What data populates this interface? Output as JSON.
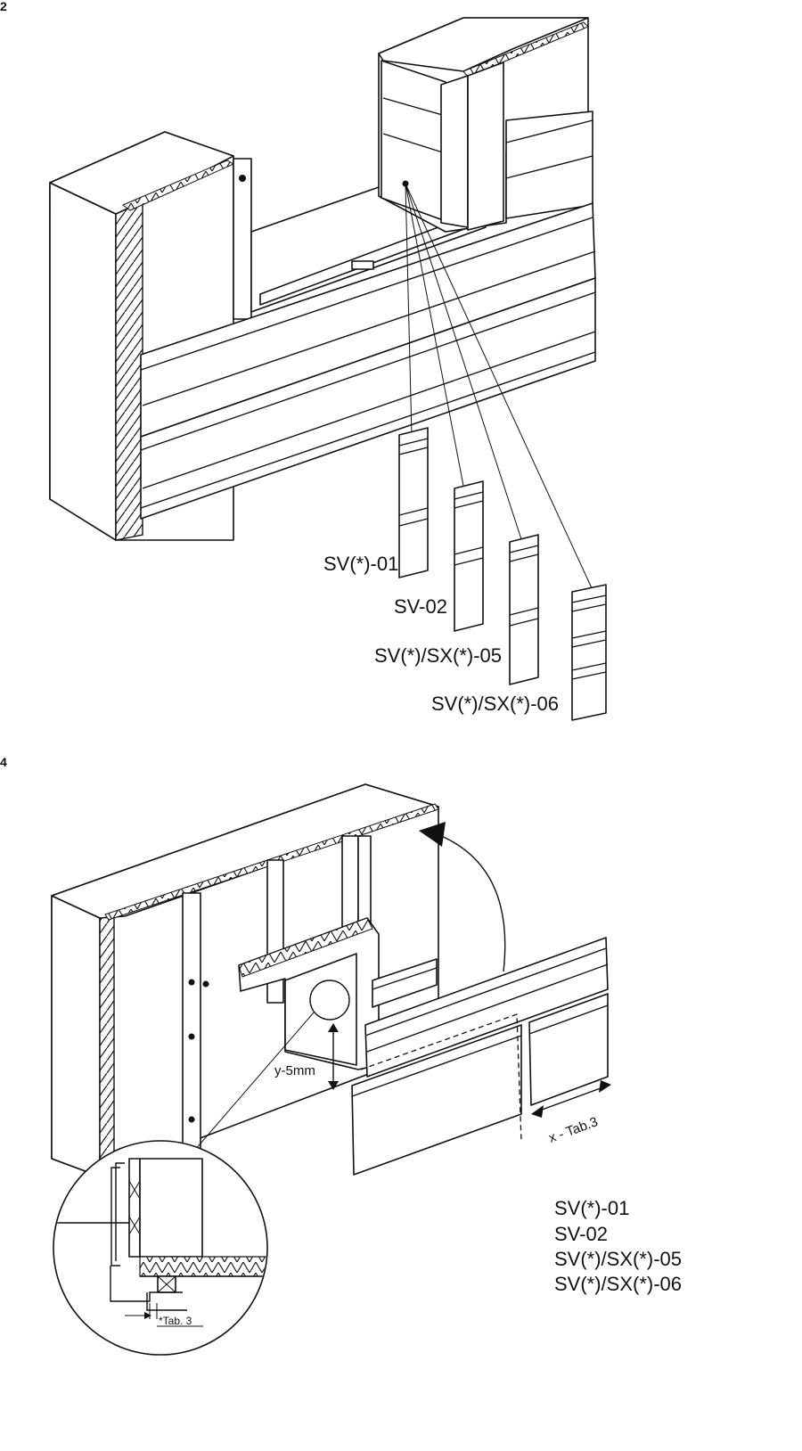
{
  "figure_top": {
    "number": "2",
    "panel_labels": [
      "SV(*)-01",
      "SV-02",
      "SV(*)/SX(*)-05",
      "SV(*)/SX(*)-06"
    ]
  },
  "figure_bottom": {
    "number": "4",
    "dimension_y": "y-5mm",
    "dimension_x": "x - Tab.3",
    "detail_note": "*Tab. 3",
    "panel_list": [
      "SV(*)-01",
      "SV-02",
      "SV(*)/SX(*)-05",
      "SV(*)/SX(*)-06"
    ]
  }
}
